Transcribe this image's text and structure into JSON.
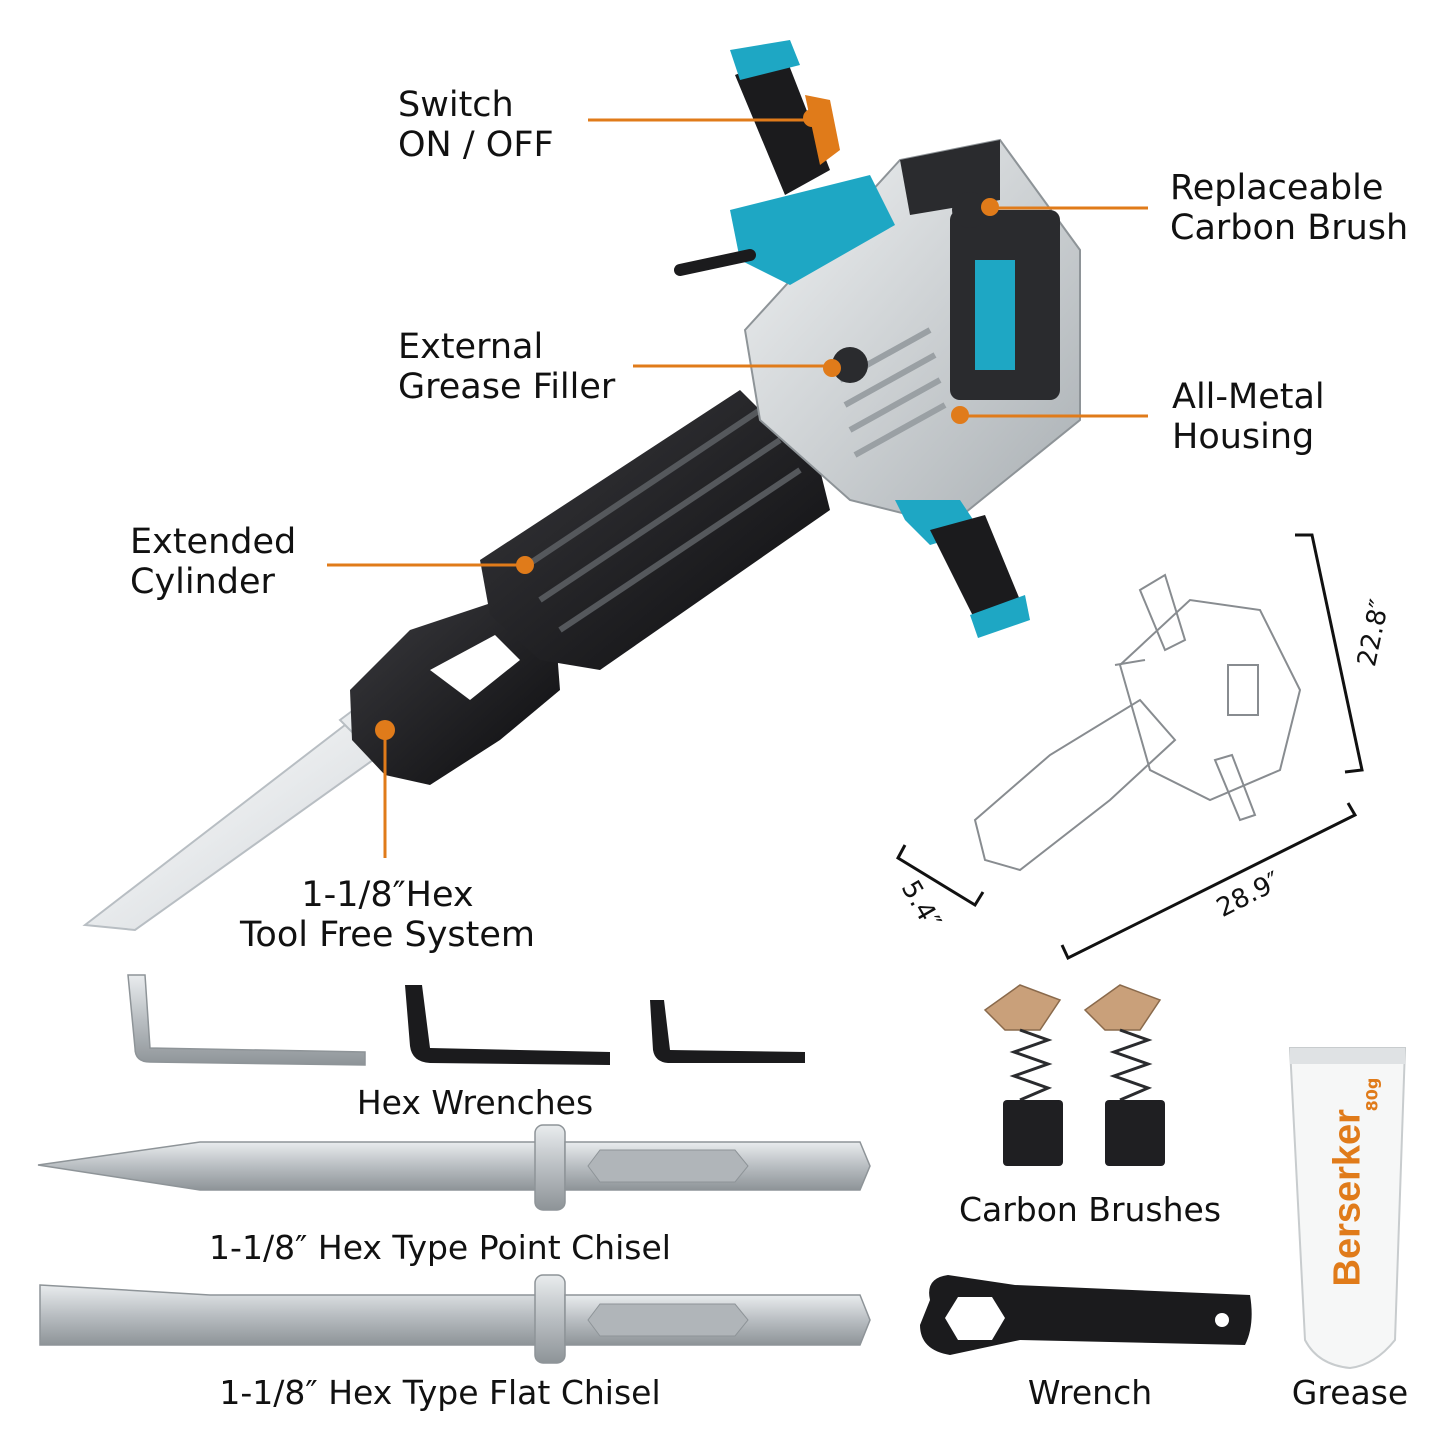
{
  "callouts": {
    "switch": [
      "Switch",
      "ON / OFF"
    ],
    "carbon_brush": [
      "Replaceable",
      "Carbon Brush"
    ],
    "grease_filler": [
      "External",
      "Grease Filler"
    ],
    "housing": [
      "All-Metal",
      "Housing"
    ],
    "cylinder": [
      "Extended",
      "Cylinder"
    ],
    "hex_system": [
      "1-1/8″Hex",
      "Tool Free System"
    ]
  },
  "dimensions": {
    "height": "22.8″",
    "length": "28.9″",
    "width": "5.4″"
  },
  "accessories": {
    "hex_wrenches": "Hex Wrenches",
    "point_chisel": "1-1/8″  Hex Type Point Chisel",
    "flat_chisel": "1-1/8″  Hex Type Flat Chisel",
    "carbon_brushes": "Carbon Brushes",
    "wrench": "Wrench",
    "grease": "Grease"
  },
  "brand": "Berserker",
  "grease_weight": "80g",
  "colors": {
    "accent_orange": "#e07b1a",
    "tool_teal": "#1ea7c4",
    "housing_gray": "#cfd3d6",
    "body_black": "#1b1b1d"
  }
}
